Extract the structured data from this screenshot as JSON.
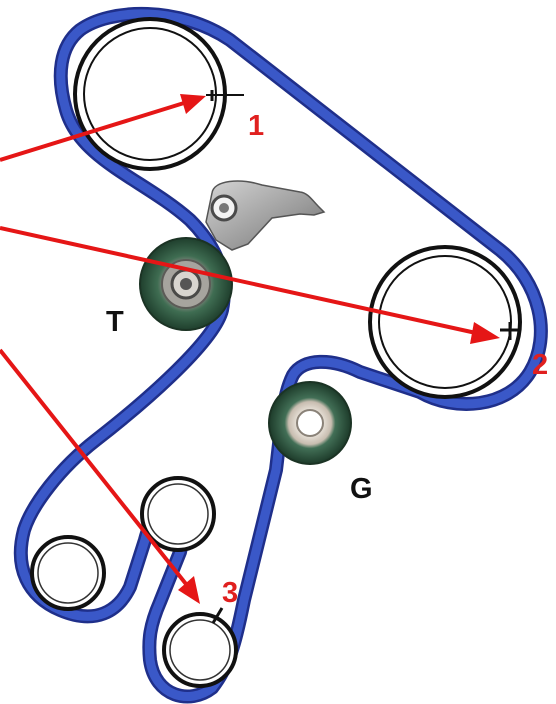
{
  "colors": {
    "belt": "#3a58c8",
    "belt_edge": "#1f2f8a",
    "arrow": "#e51616",
    "label_red": "#e0201f",
    "label_black": "#111111",
    "pulley_green": "#2f5e45"
  },
  "labels": {
    "mark_1": "1",
    "mark_2": "2",
    "mark_3": "3",
    "tensioner": "T",
    "guide": "G"
  }
}
